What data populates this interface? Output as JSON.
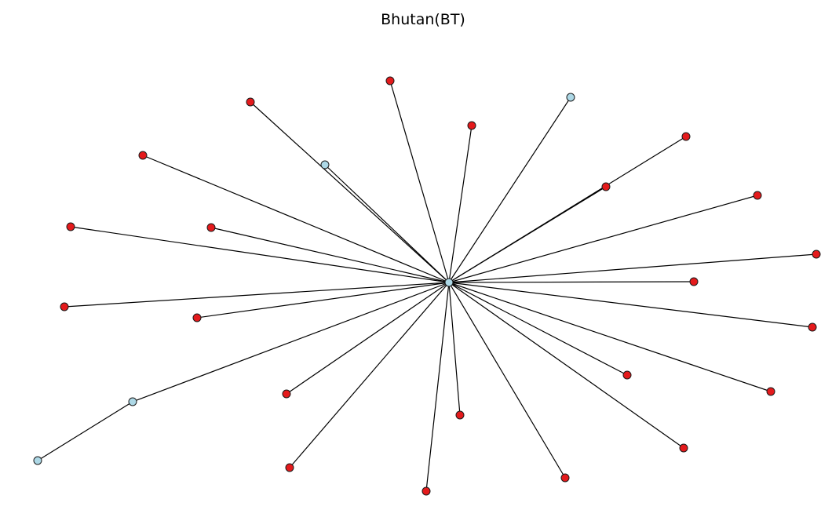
{
  "title": "Bhutan(BT)",
  "colors": {
    "edge": "#000000",
    "node_stroke": "#1a1a1a",
    "red": "#e41a1c",
    "light": "#add8e6"
  },
  "nodes": [
    {
      "id": "hub",
      "color": "light"
    },
    {
      "id": "n1",
      "color": "red"
    },
    {
      "id": "n2",
      "color": "red"
    },
    {
      "id": "n3",
      "color": "red"
    },
    {
      "id": "n4",
      "color": "light"
    },
    {
      "id": "n5",
      "color": "red"
    },
    {
      "id": "n6",
      "color": "light"
    },
    {
      "id": "n7",
      "color": "red"
    },
    {
      "id": "n8",
      "color": "red"
    },
    {
      "id": "n9",
      "color": "red"
    },
    {
      "id": "n10",
      "color": "red"
    },
    {
      "id": "n11",
      "color": "red"
    },
    {
      "id": "n12",
      "color": "red"
    },
    {
      "id": "n13",
      "color": "red"
    },
    {
      "id": "n14",
      "color": "red"
    },
    {
      "id": "n15",
      "color": "light"
    },
    {
      "id": "n16",
      "color": "light"
    },
    {
      "id": "n17",
      "color": "red"
    },
    {
      "id": "n18",
      "color": "red"
    },
    {
      "id": "n19",
      "color": "red"
    },
    {
      "id": "n20",
      "color": "red"
    },
    {
      "id": "n21",
      "color": "red"
    },
    {
      "id": "n22",
      "color": "red"
    },
    {
      "id": "n23",
      "color": "red"
    },
    {
      "id": "n24",
      "color": "red"
    },
    {
      "id": "n25",
      "color": "red"
    },
    {
      "id": "n26",
      "color": "red"
    }
  ],
  "edges": [
    [
      "hub",
      "n1"
    ],
    [
      "hub",
      "n2"
    ],
    [
      "hub",
      "n3"
    ],
    [
      "hub",
      "n4"
    ],
    [
      "hub",
      "n5"
    ],
    [
      "hub",
      "n6"
    ],
    [
      "hub",
      "n7"
    ],
    [
      "hub",
      "n8"
    ],
    [
      "hub",
      "n9"
    ],
    [
      "hub",
      "n10"
    ],
    [
      "hub",
      "n11"
    ],
    [
      "hub",
      "n12"
    ],
    [
      "hub",
      "n13"
    ],
    [
      "hub",
      "n14"
    ],
    [
      "hub",
      "n15"
    ],
    [
      "n15",
      "n16"
    ],
    [
      "hub",
      "n17"
    ],
    [
      "hub",
      "n18"
    ],
    [
      "hub",
      "n19"
    ],
    [
      "hub",
      "n20"
    ],
    [
      "hub",
      "n21"
    ],
    [
      "hub",
      "n22"
    ],
    [
      "hub",
      "n23"
    ],
    [
      "hub",
      "n24"
    ],
    [
      "hub",
      "n25"
    ],
    [
      "hub",
      "n26"
    ]
  ]
}
